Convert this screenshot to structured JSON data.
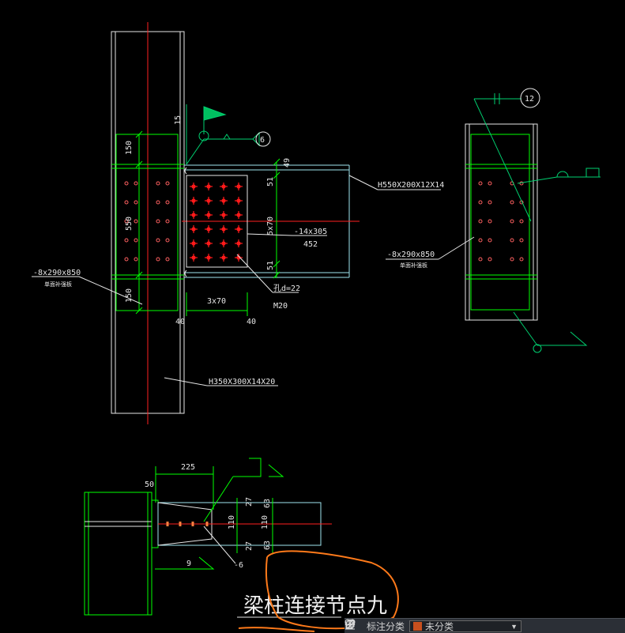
{
  "colors": {
    "background": "#000000",
    "steel_outline": "#e6e6e6",
    "plate_green": "#00ff00",
    "axis_red": "#ff2020",
    "beam_cyan": "#9fe6f0",
    "bolt_red": "#ff1a1a",
    "annotation_orange": "#ff7a1a",
    "leader_green": "#00d070"
  },
  "drawing": {
    "title": "梁柱连接节点九",
    "elevation": {
      "beam_label": "H550X200X12X14",
      "column_label": "H350X300X14X20",
      "stiffener_label": "-8x290x850",
      "stiffener_note": "单面补强板",
      "splice_plate_label": "-14x305",
      "splice_plate_len": "452",
      "hole_label": "孔d=22",
      "bolt_label": "M20",
      "dim_15": "15",
      "dim_150_top": "150",
      "dim_550": "550",
      "dim_150_bot": "150",
      "dim_49": "49",
      "dim_51_top": "51",
      "dim_5x70": "5x70",
      "dim_51_bot": "51",
      "dim_3x70": "3x70",
      "dim_40_left": "40",
      "dim_40_right": "40",
      "weld_symbol_no": "6"
    },
    "side_view": {
      "stiffener_label": "-8x290x850",
      "stiffener_note": "单面补强板",
      "circle_no": "12"
    },
    "plan": {
      "dim_225": "225",
      "dim_50": "50",
      "dim_27_top": "27",
      "dim_63_top": "63",
      "dim_110_left": "110",
      "dim_110_right": "110",
      "dim_27_bot": "27",
      "dim_63_bot": "63",
      "dim_9": "9",
      "plate_label": "-6"
    }
  },
  "statusbar": {
    "label": "标注分类",
    "select_value": "未分类",
    "icons": [
      "link-icon",
      "edit-icon",
      "move-icon",
      "copy-icon"
    ]
  }
}
